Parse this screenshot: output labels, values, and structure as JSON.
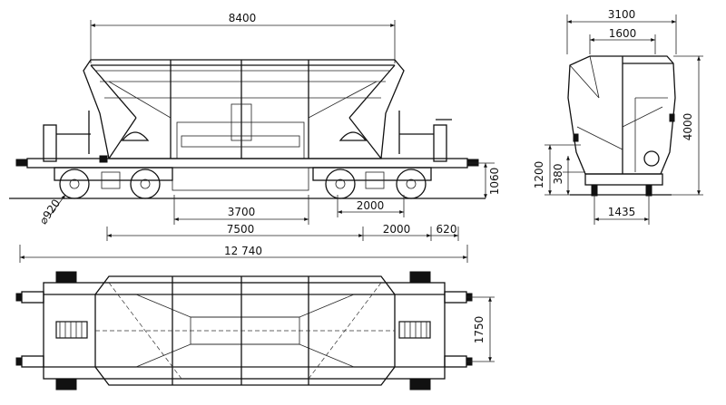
{
  "side_view": {
    "overall_length_top": "8400",
    "wheelbase_bogie_center": "3700",
    "hopper_offset": "2000",
    "wheel_diameter": "⌀920",
    "buffer_height": "1060"
  },
  "end_view": {
    "width_total": "3100",
    "width_top": "1600",
    "height_total": "4000",
    "height_lower": "1200",
    "height_sub": "380",
    "track_gauge": "1435"
  },
  "bottom_dims": {
    "dim_7500": "7500",
    "dim_2000": "2000",
    "dim_620": "620",
    "overall_length": "12 740"
  },
  "plan_view": {
    "buffer_spacing": "1750"
  },
  "colors": {
    "ink": "#111111",
    "paper": "#ffffff"
  }
}
